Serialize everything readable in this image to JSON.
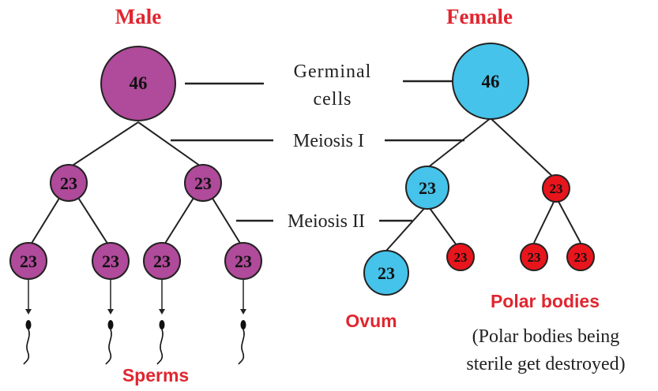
{
  "headings": {
    "male": "Male",
    "female": "Female"
  },
  "labels": {
    "germinal_line1": "Germinal",
    "germinal_line2": "cells",
    "meiosis1": "Meiosis I",
    "meiosis2": "Meiosis II",
    "sperms": "Sperms",
    "ovum": "Ovum",
    "polar_bodies": "Polar bodies",
    "note_line1": "(Polar bodies being",
    "note_line2": "sterile get destroyed)"
  },
  "male": {
    "germinal": "46",
    "meiosis1_cells": [
      "23",
      "23"
    ],
    "sperm_cells": [
      "23",
      "23",
      "23",
      "23"
    ]
  },
  "female": {
    "germinal": "46",
    "secondary_oocyte": "23",
    "first_polar_body": "23",
    "ovum": "23",
    "second_polar_bodies": [
      "23",
      "23",
      "23"
    ]
  },
  "colors": {
    "male_cell": "#b04a9a",
    "female_cell": "#45c3ea",
    "polar_body": "#e8151c",
    "heading": "#e0262f"
  }
}
